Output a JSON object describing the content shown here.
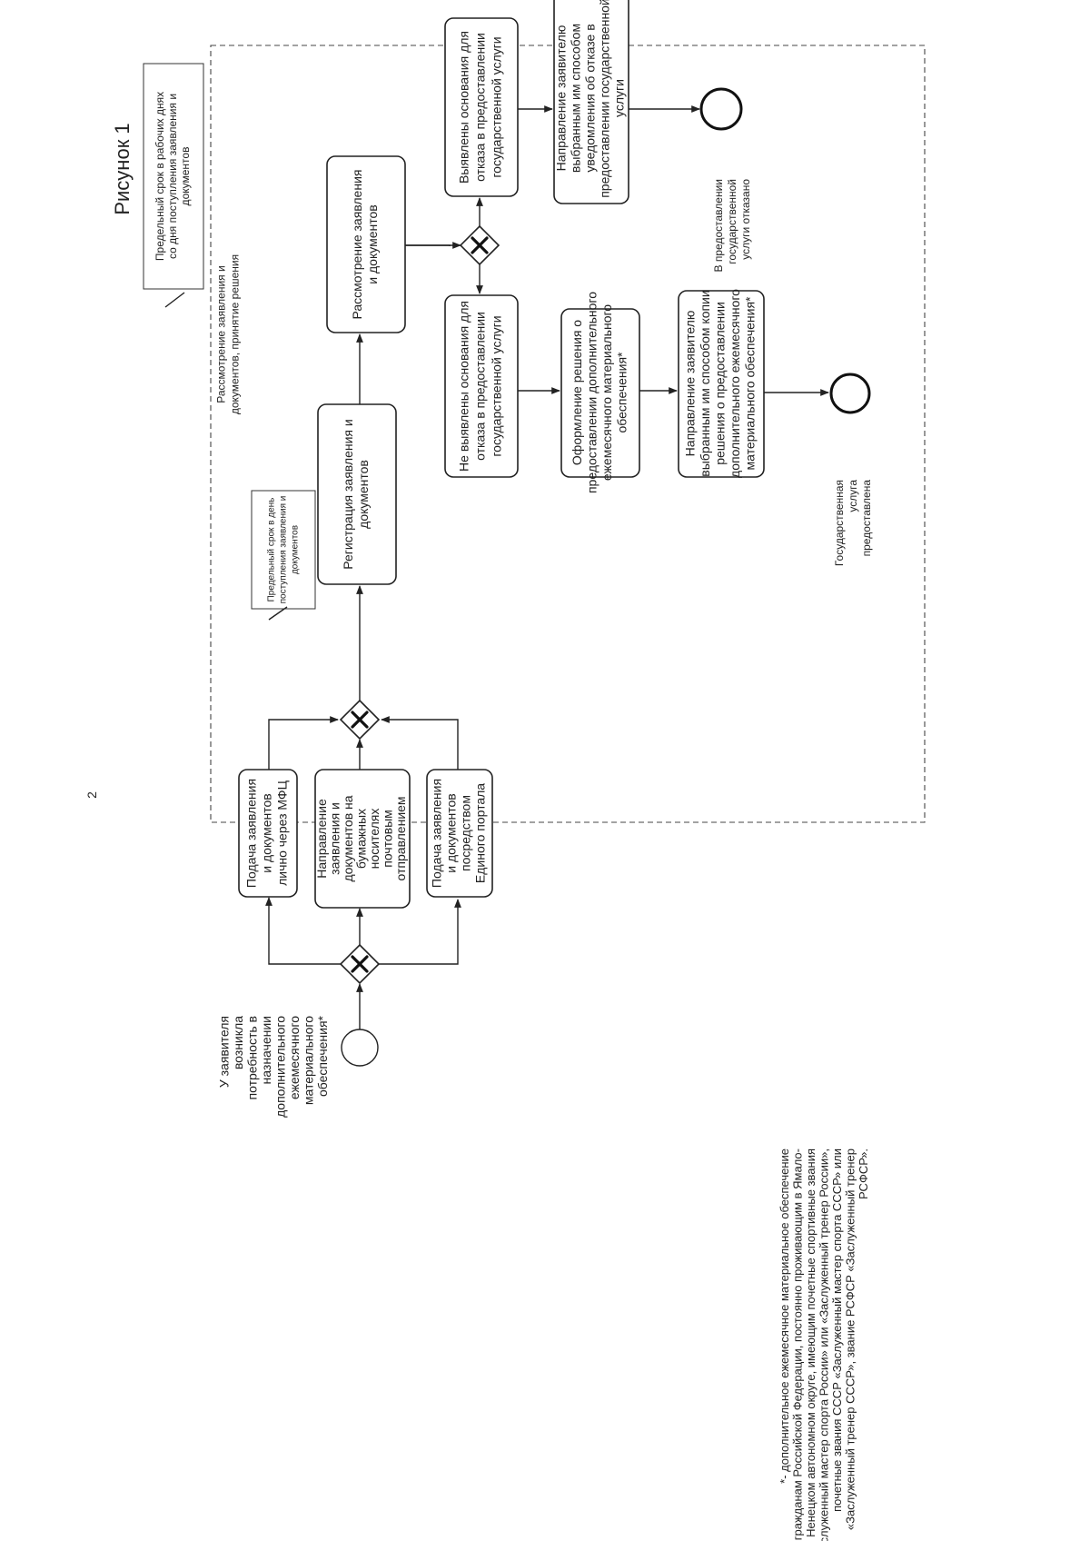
{
  "page_number": "2",
  "figure_title": "Рисунок 1",
  "start_event_text": [
    "У заявителя",
    "возникла",
    "потребность в",
    "назначении",
    "дополнительного",
    "ежемесячного",
    "материального",
    "обеспечения*"
  ],
  "submission_options": [
    [
      "Подача заявления",
      "и документов",
      "лично через МФЦ"
    ],
    [
      "Направление",
      "заявления и",
      "документов на",
      "бумажных",
      "носителях",
      "почтовым",
      "отправлением"
    ],
    [
      "Подача заявления",
      "и документов",
      "посредством",
      "Единого портала"
    ]
  ],
  "lane_time_note": [
    "Предельный срок в рабочих днях",
    "со дня поступления заявления и",
    "документов"
  ],
  "lane_label": [
    "Рассмотрение заявления и",
    "документов, принятие решения"
  ],
  "registration_time_note": [
    "Предельный срок в день",
    "поступления заявления и",
    "документов"
  ],
  "registration_task": [
    "Регистрация заявления и",
    "документов"
  ],
  "review_task": [
    "Рассмотрение заявления",
    "и документов"
  ],
  "branch_no_grounds": {
    "condition": [
      "Не выявлены основания для",
      "отказа в предоставлении",
      "государственной услуги"
    ],
    "decision": [
      "Оформление решения о",
      "предоставлении дополнительного",
      "ежемесячного материального",
      "обеспечения*"
    ],
    "notify": [
      "Направление заявителю",
      "выбранным им способом копии",
      "решения о предоставлении",
      "дополнительного ежемесячного",
      "материального обеспечения*"
    ],
    "end_label": [
      "Государственная",
      "услуга",
      "предоставлена"
    ]
  },
  "branch_grounds": {
    "condition": [
      "Выявлены основания для",
      "отказа в предоставлении",
      "государственной услуги"
    ],
    "notify": [
      "Направление заявителю",
      "выбранным им способом",
      "уведомления об отказе в",
      "предоставлении государственной",
      "услуги"
    ],
    "end_label": [
      "В предоставлении",
      "государственной",
      "услуги отказано"
    ]
  },
  "footnote": [
    "*- дополнительное ежемесячное материальное обеспечение",
    "гражданам Российской Федерации, постоянно проживающим в Ямало-",
    "Ненецком автономном округе, имеющим почетные спортивные звания",
    "«Заслуженный мастер спорта России» или «Заслуженный тренер России»,",
    "почетные звания СССР «Заслуженный мастер спорта СССР» или",
    "«Заслуженный тренер СССР», звание РСФСР «Заслуженный тренер",
    "РСФСР»."
  ]
}
